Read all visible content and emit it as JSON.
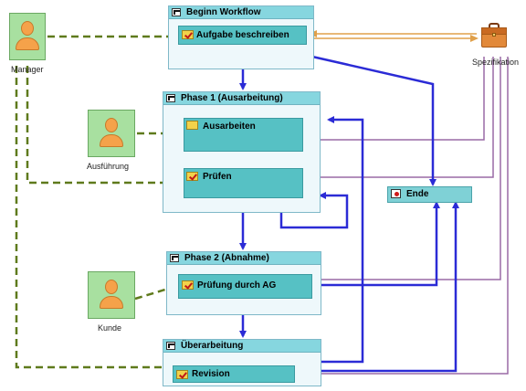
{
  "phases": {
    "beginn": "Beginn Workflow",
    "phase1": "Phase 1 (Ausarbeitung)",
    "phase2": "Phase 2 (Abnahme)",
    "ueberarbeitung": "Überarbeitung"
  },
  "tasks": {
    "aufgabe": "Aufgabe beschreiben",
    "ausarbeiten": "Ausarbeiten",
    "pruefen": "Prüfen",
    "pruefung_ag": "Prüfung durch AG",
    "revision": "Revision"
  },
  "end_label": "Ende",
  "actors": {
    "manager": "Manager",
    "ausfuehrung": "Ausführung",
    "kunde": "Kunde"
  },
  "document_label": "Spezifikation",
  "icons": {
    "phase": "phase-flag-icon",
    "task_check": "checklist-icon",
    "task_plain": "task-icon",
    "end": "end-icon",
    "actor": "person-icon",
    "document": "briefcase-icon"
  },
  "colors": {
    "task_fill": "#56c1c4",
    "phase_header": "#86d6df",
    "phase_fill": "#eef8fb",
    "flow_arrow": "#2b2bd6",
    "assignment_dash": "#5f7a1c",
    "data_arrow": "#9a6aa6",
    "spec_arrow": "#e0a04a",
    "actor_fill": "#a8e0a0"
  }
}
